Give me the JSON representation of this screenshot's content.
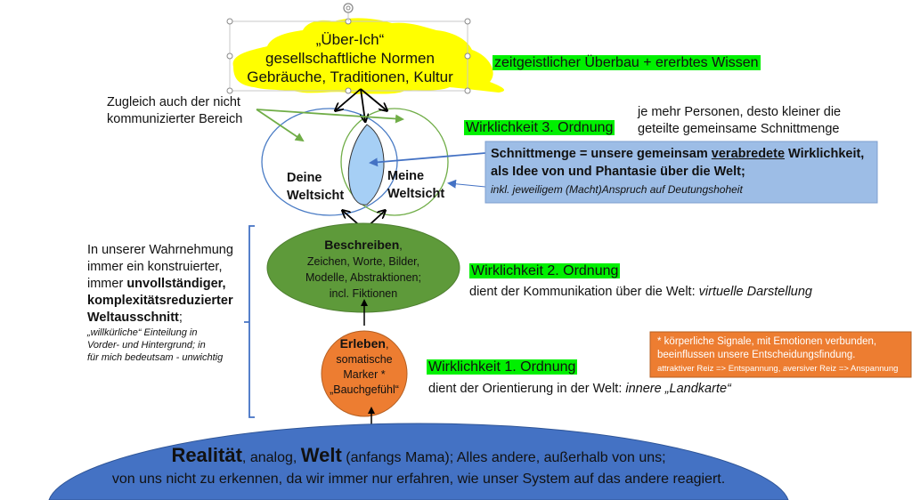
{
  "colors": {
    "yellow_cloud": "#ffff00",
    "highlight_green": "#00f000",
    "circle_left": "#4a7cc5",
    "circle_right": "#70ad47",
    "intersection": "#a6cff5",
    "info_box": "#9dbde6",
    "green_ellipse": "#5e9a3a",
    "orange_circle": "#ed7d31",
    "orange_box": "#ed7d31",
    "reality_ellipse": "#4472c4",
    "bracket": "#4472c4"
  },
  "top": {
    "cloud_lines": [
      "„Über-Ich“",
      "gesellschaftliche Normen",
      "Gebräuche, Traditionen, Kultur"
    ],
    "superstructure_label": "zeitgeistlicher Überbau + ererbtes Wissen"
  },
  "circles": {
    "left_label_line1": "Deine",
    "left_label_line2": "Weltsicht",
    "right_label_line1": "Meine",
    "right_label_line2": "Weltsicht",
    "uncommunicated_line1": "Zugleich auch der nicht",
    "uncommunicated_line2": "kommunizierter Bereich"
  },
  "order3": {
    "label": "Wirklichkeit 3. Ordnung",
    "note_line1": "je mehr Personen, desto kleiner die",
    "note_line2": "geteilte gemeinsame Schnittmenge",
    "box_line1_prefix": "Schnittmenge = unsere gemeinsam ",
    "box_line1_underlined": "verabredete",
    "box_line1_suffix": " Wirklichkeit,",
    "box_line2": "als Idee von und Phantasie über die Welt;",
    "box_line3": "inkl. jeweiligem (Macht)Anspruch auf Deutungshoheit"
  },
  "describe": {
    "title": "Beschreiben",
    "title_suffix": ",",
    "line1": "Zeichen, Worte, Bilder,",
    "line2": "Modelle, Abstraktionen;",
    "line3": "incl. Fiktionen"
  },
  "order2": {
    "label": "Wirklichkeit 2. Ordnung",
    "desc_prefix": "dient der Kommunikation über die Welt: ",
    "desc_italic": "virtuelle Darstellung"
  },
  "perception": {
    "line1": "In unserer Wahrnehmung",
    "line2": "immer ein konstruierter,",
    "line3_prefix": "immer ",
    "line3_bold": "unvollständiger,",
    "line4": "komplexitätsreduzierter",
    "line5_bold": "Weltausschnitt",
    "line5_suffix": ";",
    "note1": "„willkürliche“ Einteilung in",
    "note2": "Vorder- und Hintergrund; in",
    "note3": "für mich bedeutsam - unwichtig"
  },
  "experience": {
    "title": "Erleben",
    "title_suffix": ",",
    "line1": "somatische",
    "line2": "Marker *",
    "line3": "„Bauchgefühl“"
  },
  "order1": {
    "label": "Wirklichkeit 1. Ordnung",
    "desc_prefix": "dient der Orientierung in der Welt: ",
    "desc_italic": "innere „Landkarte“"
  },
  "footnote": {
    "line1": "* körperliche Signale, mit Emotionen verbunden,",
    "line2": "beeinflussen unsere Entscheidungsfindung.",
    "line3": "attraktiver Reiz => Entspannung, aversiver Reiz => Anspannung"
  },
  "reality": {
    "word1": "Realität",
    "mid1": ", analog, ",
    "word2": "Welt",
    "rest1": " (anfangs Mama); Alles andere, außerhalb von uns;",
    "line2": "von uns nicht zu erkennen, da wir immer nur erfahren, wie unser System auf das andere reagiert."
  }
}
